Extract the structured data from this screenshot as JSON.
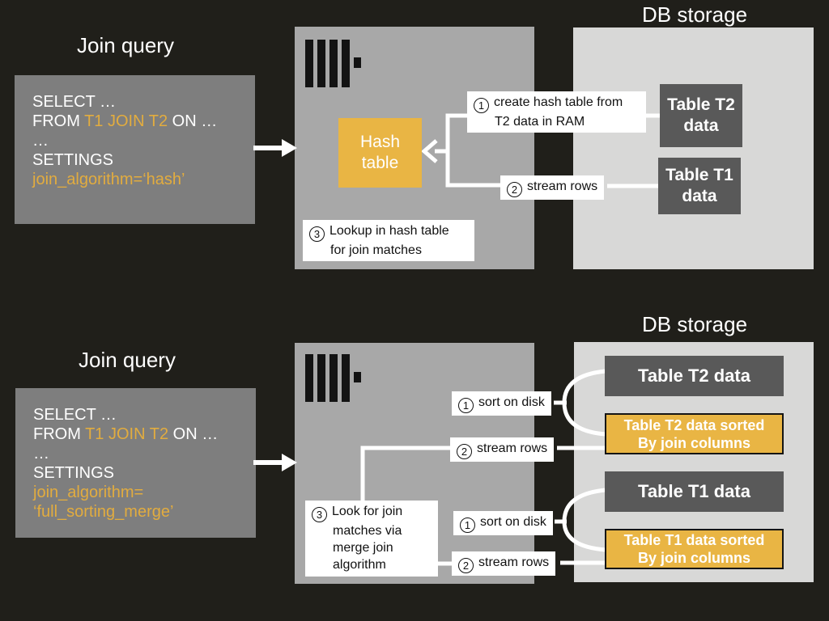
{
  "colors": {
    "background": "#201f1a",
    "query_box": "#7e7e7e",
    "server_box": "#a8a8a8",
    "db_storage_box": "#d8d8d7",
    "table_box_dark": "#595959",
    "accent_orange": "#e9b544",
    "sql_accent_orange": "#e2ac3f",
    "label_bg": "#ffffff",
    "text_light": "#ffffff",
    "text_dark": "#111111"
  },
  "hash_join": {
    "join_query_title": "Join query",
    "db_storage_title": "DB storage",
    "sql": {
      "line_select": "SELECT …",
      "line_from_start": "FROM ",
      "line_from_accent": "T1 JOIN T2",
      "line_from_end": " ON …",
      "line_ellipsis": "…",
      "line_settings": "SETTINGS",
      "line_algorithm": "join_algorithm=‘hash’"
    },
    "server": {
      "hash_table_line1": "Hash",
      "hash_table_line2": "table"
    },
    "steps": {
      "step1_num": "1",
      "step1_line1": "create hash table from",
      "step1_line2": "T2 data in RAM",
      "step2_num": "2",
      "step2_text": "stream rows",
      "step3_num": "3",
      "step3_line1": "Lookup in hash table",
      "step3_line2": "for join matches"
    },
    "db": {
      "t2_line1": "Table T2",
      "t2_line2": "data",
      "t1_line1": "Table T1",
      "t1_line2": "data"
    }
  },
  "merge_join": {
    "join_query_title": "Join query",
    "db_storage_title": "DB storage",
    "sql": {
      "line_select": "SELECT …",
      "line_from_start": "FROM ",
      "line_from_accent": "T1 JOIN T2",
      "line_from_end": " ON …",
      "line_ellipsis": "…",
      "line_settings": "SETTINGS",
      "line_algorithm1": "join_algorithm=",
      "line_algorithm2": "‘full_sorting_merge’"
    },
    "steps": {
      "sort_t2_num": "1",
      "sort_t2_text": "sort on disk",
      "stream_t2_num": "2",
      "stream_t2_text": "stream rows",
      "sort_t1_num": "1",
      "sort_t1_text": "sort on disk",
      "stream_t1_num": "2",
      "stream_t1_text": "stream rows",
      "step3_num": "3",
      "step3_line1": "Look for join",
      "step3_line2": "matches via",
      "step3_line3": "merge join",
      "step3_line4": "algorithm"
    },
    "db": {
      "t2_text": "Table T2 data",
      "t2_sorted_line1": "Table T2 data sorted",
      "t2_sorted_line2": "By join columns",
      "t1_text": "Table T1 data",
      "t1_sorted_line1": "Table T1 data sorted",
      "t1_sorted_line2": "By join columns"
    }
  }
}
